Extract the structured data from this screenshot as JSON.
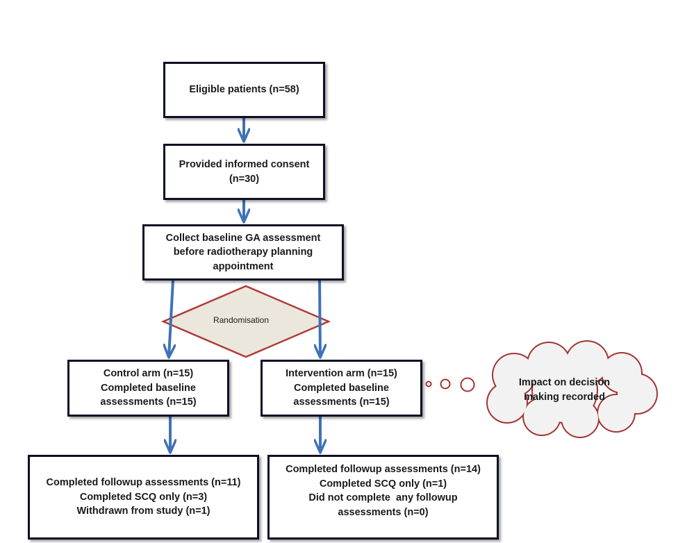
{
  "boxes": {
    "eligible": {
      "lines": [
        "Eligible patients (n=58)"
      ]
    },
    "consent": {
      "lines": [
        "Provided informed consent",
        "(n=30)"
      ]
    },
    "baseline": {
      "lines": [
        "Collect baseline GA assessment",
        "before radiotherapy planning",
        "appointment"
      ]
    },
    "control": {
      "lines": [
        "Control arm (n=15)",
        "Completed baseline",
        "assessments (n=15)"
      ]
    },
    "intervention": {
      "lines": [
        "Intervention arm (n=15)",
        "Completed baseline",
        "assessments (n=15)"
      ]
    },
    "control_followup": {
      "lines": [
        "Completed followup assessments (n=11)",
        "Completed SCQ only (n=3)",
        "Withdrawn from study (n=1)"
      ]
    },
    "intervention_followup": {
      "lines": [
        "Completed followup assessments (n=14)",
        "Completed SCQ only (n=1)",
        "Did not complete  any followup",
        "assessments (n=0)"
      ]
    }
  },
  "decision": {
    "label": "Randomisation"
  },
  "note": {
    "lines": [
      "Impact on decision",
      "making recorded"
    ]
  },
  "colors": {
    "box_border": "#0d0d26",
    "arrow": "#3f72b8",
    "diamond_fill": "#ece7dc",
    "diamond_border": "#b03a3a",
    "cloud_fill": "#f2f2f2",
    "cloud_border": "#a33333"
  }
}
